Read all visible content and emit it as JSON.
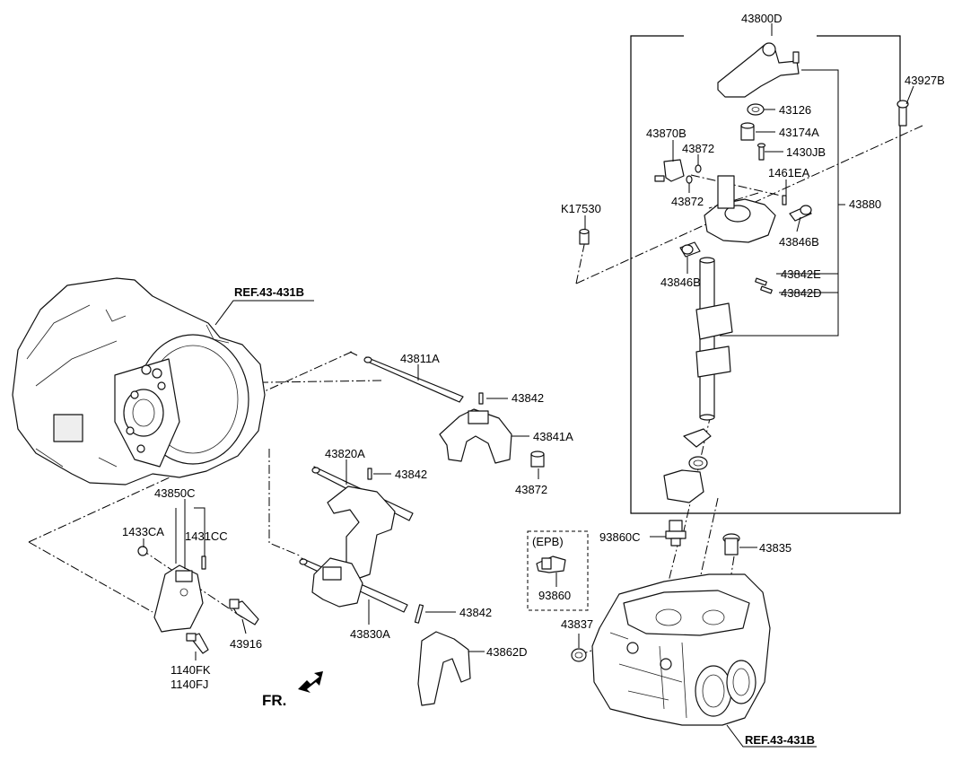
{
  "labels": {
    "p43800D": "43800D",
    "p43927B": "43927B",
    "p43126": "43126",
    "p43174A": "43174A",
    "p1430JB": "1430JB",
    "p43870B": "43870B",
    "p43872_a": "43872",
    "p1461EA": "1461EA",
    "p43872_b": "43872",
    "p43880": "43880",
    "pK17530": "K17530",
    "p43846B_a": "43846B",
    "p43846B_b": "43846B",
    "p43842E": "43842E",
    "p43842D": "43842D",
    "ref_top": "REF.43-431B",
    "p43811A": "43811A",
    "p43842_a": "43842",
    "p43841A": "43841A",
    "p43820A": "43820A",
    "p43842_b": "43842",
    "p43872_c": "43872",
    "p43850C": "43850C",
    "p1433CA": "1433CA",
    "p1431CC": "1431CC",
    "p43916": "43916",
    "p1140FK": "1140FK",
    "p1140FJ": "1140FJ",
    "p43830A": "43830A",
    "p43842_c": "43842",
    "p43862D": "43862D",
    "epb": "(EPB)",
    "p93860": "93860",
    "p93860C": "93860C",
    "p43835": "43835",
    "p43837": "43837",
    "ref_bottom": "REF.43-431B",
    "fr": "FR."
  }
}
